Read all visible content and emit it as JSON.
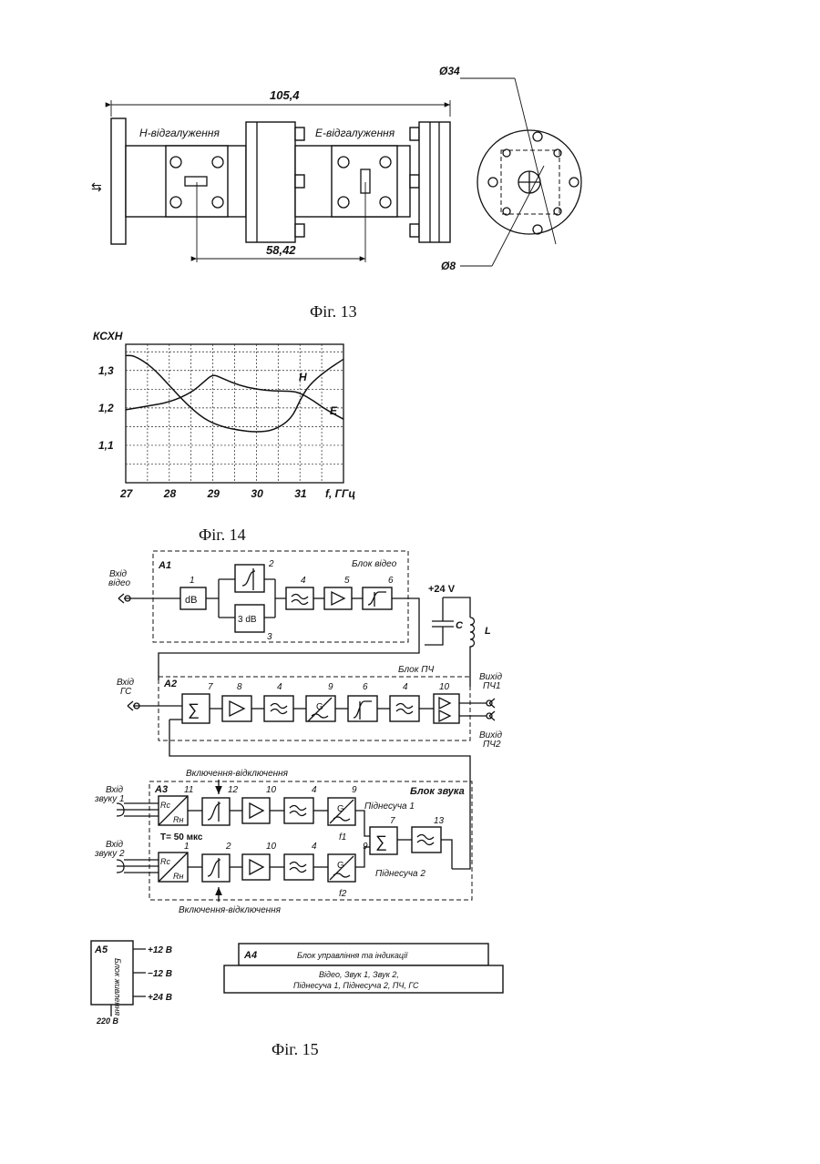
{
  "fig13": {
    "dim_length": "105,4",
    "dim_spacing": "58,42",
    "label_h_branch": "H-відгалуження",
    "label_e_branch": "E-відгалуження",
    "dim_outer_diameter": "Ø34",
    "dim_inner_diameter": "Ø8",
    "caption": "Фіг. 13"
  },
  "fig14": {
    "caption": "Фіг. 14",
    "chart_data": {
      "type": "line",
      "title": "",
      "ylabel": "КСХН",
      "xlabel": "f, ГГц",
      "x_ticks": [
        "27",
        "28",
        "29",
        "30",
        "31"
      ],
      "y_ticks": [
        "1,1",
        "1,2",
        "1,3"
      ],
      "xlim": [
        27,
        32
      ],
      "ylim": [
        1.0,
        1.37
      ],
      "grid": true,
      "series": [
        {
          "name": "H",
          "x": [
            27,
            27.2,
            27.6,
            28,
            28.4,
            28.8,
            29.2,
            29.6,
            30,
            30.4,
            30.8,
            31,
            31.2,
            31.6,
            32
          ],
          "y": [
            1.34,
            1.34,
            1.31,
            1.26,
            1.21,
            1.17,
            1.15,
            1.14,
            1.135,
            1.14,
            1.17,
            1.22,
            1.26,
            1.3,
            1.33
          ]
        },
        {
          "name": "E",
          "x": [
            27,
            27.5,
            28,
            28.5,
            28.8,
            29,
            29.2,
            29.6,
            30,
            30.4,
            30.8,
            31,
            31.3,
            31.6,
            32
          ],
          "y": [
            1.195,
            1.205,
            1.215,
            1.24,
            1.27,
            1.29,
            1.28,
            1.26,
            1.25,
            1.245,
            1.245,
            1.24,
            1.22,
            1.195,
            1.17
          ]
        }
      ]
    }
  },
  "fig15": {
    "caption": "Фіг. 15",
    "video_input": [
      "Вхід",
      "відео"
    ],
    "a1": {
      "tag": "A1",
      "title": "Блок відео"
    },
    "a2": {
      "tag": "A2",
      "title": "Блок ПЧ"
    },
    "a3": {
      "tag": "A3",
      "title": "Блок звука"
    },
    "a4": {
      "tag": "A4",
      "title": "Блок управління та індикації"
    },
    "a5": {
      "tag": "A5",
      "title": "Блок живлення"
    },
    "supply_24": "+24 V",
    "cap_c": "C",
    "ind_l": "L",
    "gs_input": [
      "Вхід",
      "ГС"
    ],
    "out_if1": [
      "Вихід",
      "ПЧ1"
    ],
    "out_if2": [
      "Вихід",
      "ПЧ2"
    ],
    "sound_in1": [
      "Вхід",
      "звуку 1"
    ],
    "sound_in2": [
      "Вхід",
      "звуку 2"
    ],
    "onoff": "Включення-відключення",
    "t50": "T= 50 мкс",
    "subcarrier1": "Піднесуча 1",
    "subcarrier2": "Піднесуча 2",
    "f1": "f1",
    "f2": "f2",
    "dB": "dB",
    "dB3": "3 dB",
    "G": "G",
    "rc": "Rc",
    "rn": "Rн",
    "nums": {
      "n1": "1",
      "n2": "2",
      "n3": "3",
      "n4": "4",
      "n5": "5",
      "n6": "6",
      "n7": "7",
      "n8": "8",
      "n9": "9",
      "n10": "10",
      "n11": "11",
      "n12": "12",
      "n13": "13"
    },
    "psu_outputs": [
      "+12 В",
      "−12 В",
      "+24 В"
    ],
    "psu_input": "220 В",
    "a4_bar": [
      "Відео, Звук 1, Звук 2,",
      "Піднесуча 1, Піднесуча 2, ПЧ, ГС"
    ]
  }
}
